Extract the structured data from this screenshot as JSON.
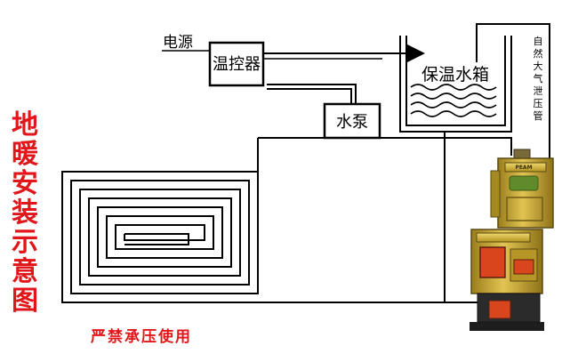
{
  "labels": {
    "power": "电源",
    "thermostat": "温控器",
    "tank": "保温水箱",
    "pump": "水泵",
    "vent_pipe": "自然大气泄压管"
  },
  "title_chars": [
    "地",
    "暖",
    "安",
    "装",
    "示",
    "意",
    "图"
  ],
  "warning": "严禁承压使用",
  "boiler": {
    "brand": "PEAM",
    "colors": {
      "body": "#c8a632",
      "dark": "#2b2b2b",
      "fire": "#d9461e"
    }
  }
}
